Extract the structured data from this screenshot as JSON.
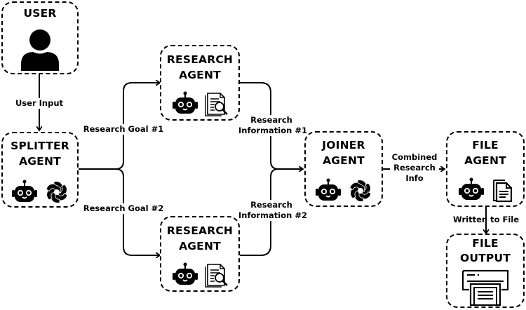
{
  "diagram": {
    "nodes": {
      "user": {
        "title": "USER",
        "icons": [
          "person-icon"
        ]
      },
      "splitter": {
        "title_line1": "SPLITTER",
        "title_line2": "AGENT",
        "icons": [
          "robot-icon",
          "openai-logo-icon"
        ]
      },
      "research1": {
        "title_line1": "RESEARCH",
        "title_line2": "AGENT",
        "icons": [
          "robot-icon",
          "document-search-icon"
        ]
      },
      "research2": {
        "title_line1": "RESEARCH",
        "title_line2": "AGENT",
        "icons": [
          "robot-icon",
          "document-search-icon"
        ]
      },
      "joiner": {
        "title_line1": "JOINER",
        "title_line2": "AGENT",
        "icons": [
          "robot-icon",
          "openai-logo-icon"
        ]
      },
      "file_agent": {
        "title_line1": "FILE",
        "title_line2": "AGENT",
        "icons": [
          "robot-icon",
          "document-icon"
        ]
      },
      "file_output": {
        "title_line1": "FILE",
        "title_line2": "OUTPUT",
        "icons": [
          "printer-icon"
        ]
      }
    },
    "edges": {
      "user_to_splitter": "User Input",
      "goal1": "Research Goal #1",
      "goal2": "Research Goal #2",
      "info1_line1": "Research",
      "info1_line2": "Information #1",
      "info2_line1": "Research",
      "info2_line2": "Information #2",
      "combined_line1": "Combined",
      "combined_line2": "Research",
      "combined_line3": "Info",
      "written": "Written to File"
    }
  }
}
